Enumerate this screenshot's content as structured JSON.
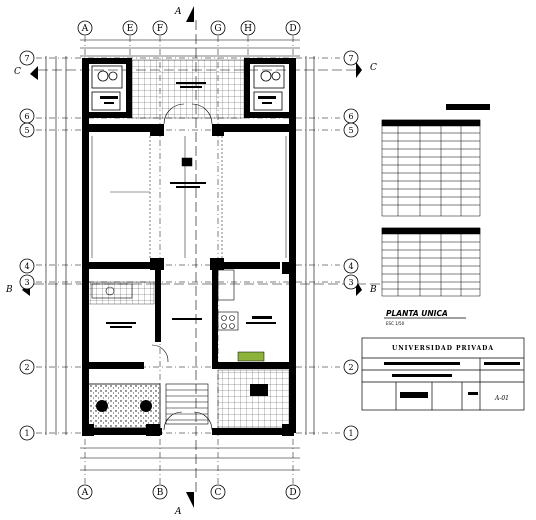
{
  "title": {
    "text": "PLANTA UNICA",
    "scale": "ESC 1/50"
  },
  "grid_top": [
    "A",
    "E",
    "F",
    "G",
    "H",
    "D"
  ],
  "grid_bottom": [
    "A",
    "B",
    "C",
    "D"
  ],
  "grid_rows": [
    "7",
    "6",
    "5",
    "4",
    "3",
    "2",
    "1"
  ],
  "section_marks": [
    "A",
    "A",
    "B",
    "B",
    "C",
    "C"
  ],
  "title_block": {
    "university": "UNIVERSIDAD PRIVADA",
    "sheet": "A-01"
  },
  "colors": {
    "line": "#000000",
    "wall": "#000000",
    "accent": "#8db33a"
  }
}
